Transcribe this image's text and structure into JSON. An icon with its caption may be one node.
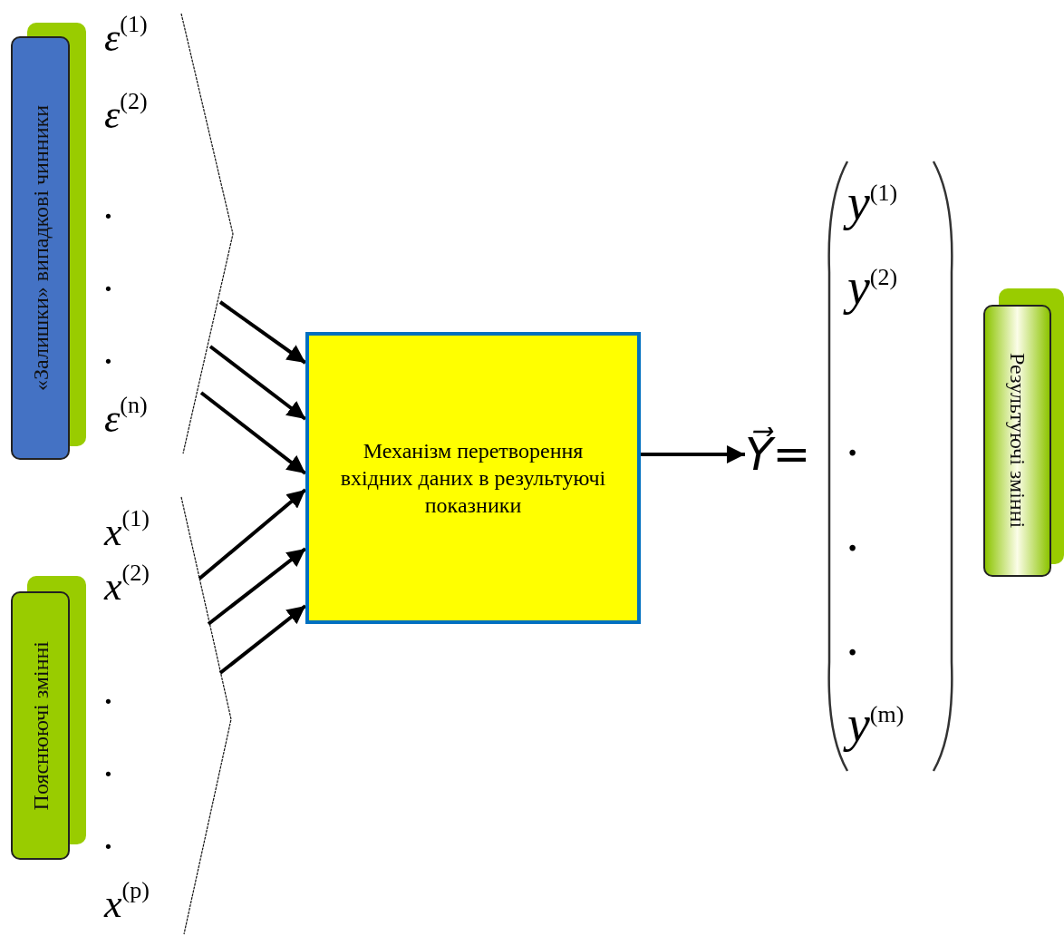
{
  "diagram": {
    "nodes": [
      {
        "text": [
          "«Залишки» випадкові чинники"
        ]
      },
      {
        "text": [
          "Пояснюючі змінні"
        ]
      },
      {
        "text": [
          "Механізм перетворення вхідних даних в результуючі показники"
        ]
      },
      {
        "text": [
          "Результуючі змінні"
        ]
      },
      {
        "text": [
          "Y⃗="
        ]
      }
    ],
    "edges": [
      {
        "from": null,
        "to": 2,
        "arrow": "to"
      },
      {
        "from": null,
        "to": 2,
        "arrow": "to"
      },
      {
        "from": null,
        "to": 2,
        "arrow": "to"
      },
      {
        "from": null,
        "to": 2,
        "arrow": "to"
      },
      {
        "from": null,
        "to": 2,
        "arrow": "to"
      },
      {
        "from": null,
        "to": 2,
        "arrow": "to"
      },
      {
        "from": 2,
        "to": 4,
        "arrow": "to"
      }
    ],
    "labels": [
      "ε$^{(1)}$",
      "ε$^{(2)}$",
      ".",
      ".",
      ".",
      "ε$^{(n)}$",
      "x$^{(1)}$",
      "x$^{(2)}$",
      ".",
      ".",
      ".",
      "x$^{(p)}$",
      "y$^{(1)}$",
      "y$^{(2)}$",
      ".",
      ".",
      ".",
      "y$^{(m)}$"
    ]
  }
}
